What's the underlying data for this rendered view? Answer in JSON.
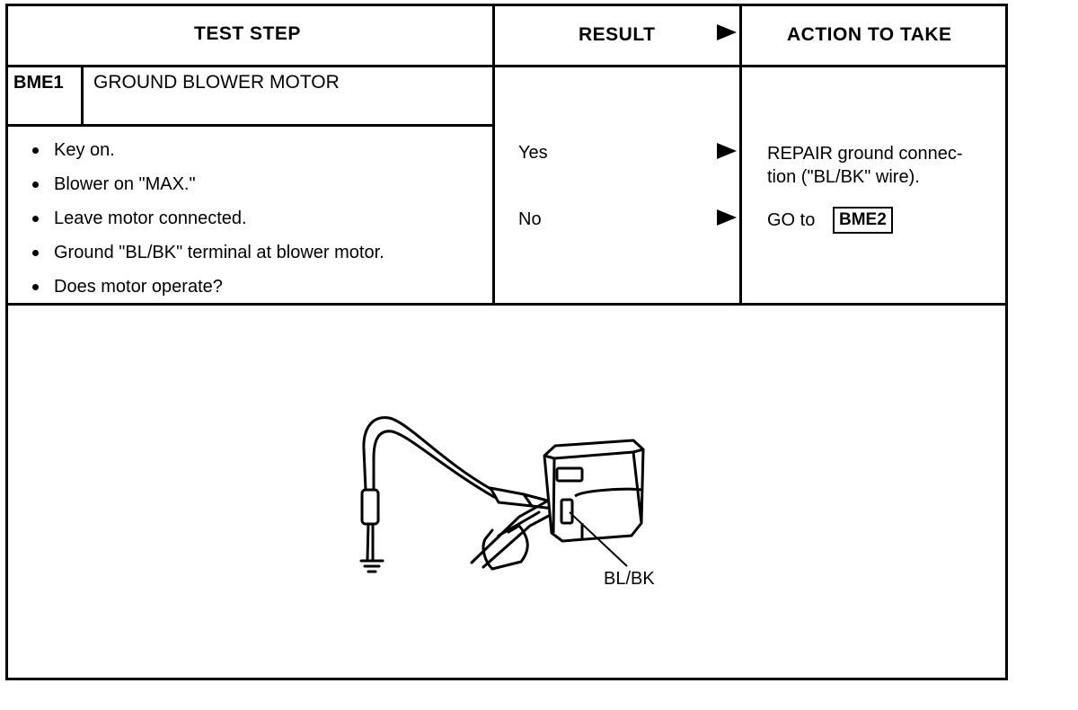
{
  "header": {
    "test_step": "TEST STEP",
    "result": "RESULT",
    "action": "ACTION TO TAKE"
  },
  "step": {
    "id": "BME1",
    "title": "GROUND BLOWER MOTOR",
    "instructions": [
      "Key on.",
      "Blower on \"MAX.\"",
      "Leave motor connected.",
      "Ground \"BL/BK\" terminal at blower motor.",
      "Does motor operate?"
    ]
  },
  "results": [
    {
      "result": "Yes",
      "action_lines": [
        "REPAIR ground connec-",
        "tion (\"BL/BK\" wire)."
      ]
    },
    {
      "result": "No",
      "action_prefix": "GO to",
      "action_ref": "BME2"
    }
  ],
  "diagram": {
    "wire_label": "BL/BK",
    "icons": [
      "ground-symbol-icon",
      "connector-icon",
      "jumper-wire-icon"
    ]
  }
}
